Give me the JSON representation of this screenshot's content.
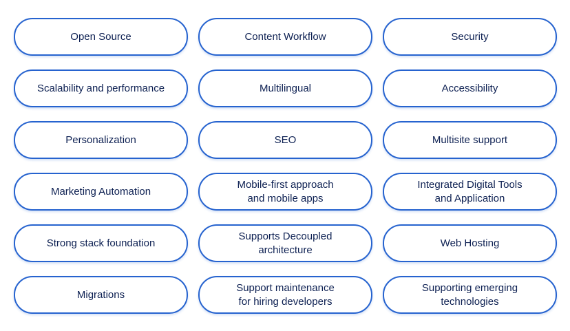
{
  "theme": {
    "border_color": "#2663cf",
    "text_color": "#0d2052",
    "background_color": "#ffffff"
  },
  "features": {
    "items": [
      {
        "label": "Open Source"
      },
      {
        "label": "Content Workflow"
      },
      {
        "label": "Security"
      },
      {
        "label": "Scalability and performance"
      },
      {
        "label": "Multilingual"
      },
      {
        "label": "Accessibility"
      },
      {
        "label": "Personalization"
      },
      {
        "label": "SEO"
      },
      {
        "label": "Multisite support"
      },
      {
        "label": "Marketing Automation"
      },
      {
        "label": "Mobile-first approach\nand mobile apps"
      },
      {
        "label": "Integrated Digital Tools\nand Application"
      },
      {
        "label": "Strong stack foundation"
      },
      {
        "label": "Supports Decoupled\narchitecture"
      },
      {
        "label": "Web Hosting"
      },
      {
        "label": "Migrations"
      },
      {
        "label": "Support maintenance\nfor hiring developers"
      },
      {
        "label": "Supporting emerging\ntechnologies"
      }
    ]
  }
}
